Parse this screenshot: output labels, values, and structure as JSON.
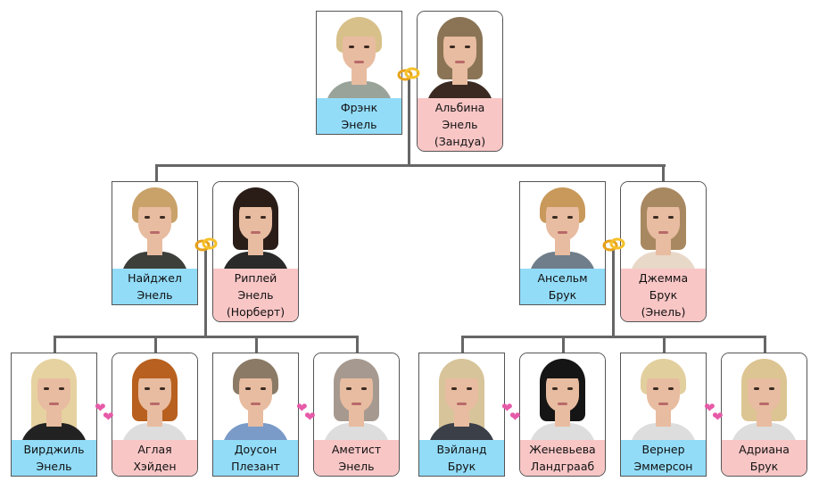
{
  "title": "Family tree",
  "colors": {
    "male_label": "#92dcf8",
    "female_label": "#f9c6c6",
    "line": "#666666",
    "skin": "#e8bca0"
  },
  "people": [
    {
      "id": "frank",
      "first": "Фрэнк",
      "last": "Энель",
      "sex": "male",
      "hair": "#d8c08a",
      "shirt": "#9aa39a"
    },
    {
      "id": "albina",
      "first": "Альбина",
      "last": "Энель",
      "maiden": "(Зандуа)",
      "sex": "female",
      "hair": "#8a7455",
      "shirt": "#3a2a22"
    },
    {
      "id": "nigel",
      "first": "Найджел",
      "last": "Энель",
      "sex": "male",
      "hair": "#c9a26a",
      "shirt": "#3d3f3b"
    },
    {
      "id": "ripley",
      "first": "Риплей",
      "last": "Энель",
      "maiden": "(Норберт)",
      "sex": "female",
      "hair": "#2a1d18",
      "shirt": "#2a2a2a"
    },
    {
      "id": "ansel",
      "first": "Ансельм",
      "last": "Брук",
      "sex": "male",
      "hair": "#c8995a",
      "shirt": "#6f7e8a"
    },
    {
      "id": "gemma",
      "first": "Джемма",
      "last": "Брук",
      "maiden": "(Энель)",
      "sex": "female",
      "hair": "#a88860",
      "shirt": "#e8d8c8"
    },
    {
      "id": "virgil",
      "first": "Вирджиль",
      "last": "Энель",
      "sex": "male",
      "hair": "#e6d2a0",
      "shirt": "#222"
    },
    {
      "id": "aglaya",
      "first": "Аглая",
      "last": "Хэйден",
      "sex": "female",
      "hair": "#b8601f",
      "shirt": "#fff"
    },
    {
      "id": "dawson",
      "first": "Доусон",
      "last": "Плезант",
      "sex": "male",
      "hair": "#8a7a66",
      "shirt": "#7a9ac8"
    },
    {
      "id": "amethyst",
      "first": "Аметист",
      "last": "Энель",
      "sex": "female",
      "hair": "#a69a90",
      "shirt": "#fff"
    },
    {
      "id": "wayland",
      "first": "Вэйланд",
      "last": "Брук",
      "sex": "male",
      "hair": "#d8c49a",
      "shirt": "#3a3f48"
    },
    {
      "id": "genevieve",
      "first": "Женевьева",
      "last": "Ландграаб",
      "sex": "female",
      "hair": "#151515",
      "shirt": "#fff"
    },
    {
      "id": "werner",
      "first": "Вернер",
      "last": "Эммерсон",
      "sex": "male",
      "hair": "#e2cf9e",
      "shirt": "#fff"
    },
    {
      "id": "adriana",
      "first": "Адриана",
      "last": "Брук",
      "sex": "female",
      "hair": "#dcc592",
      "shirt": "#fff"
    }
  ],
  "marriage_icon": "wedding-rings-icon",
  "partner_icon": "hearts-icon"
}
